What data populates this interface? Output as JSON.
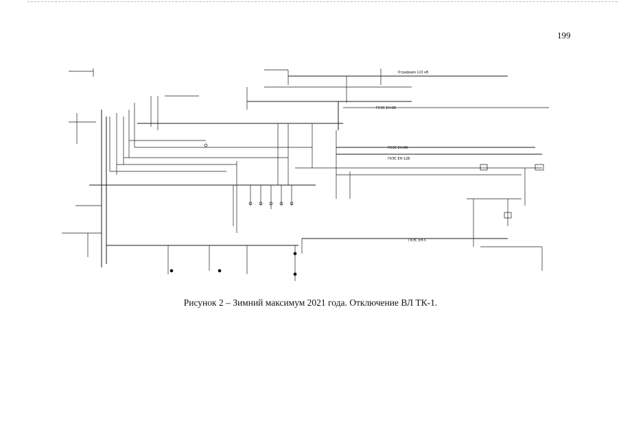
{
  "page_number": "199",
  "caption": "Рисунок 2 – Зимний максимум 2021 года. Отключение ВЛ ТК-1.",
  "diagram_labels": [
    "ГКЭС ЕН-8В",
    "ГКЭС ЕН-8Б",
    "ГКЭС ЕН-12В",
    "ГКЭС ЕН-5",
    "Ктрафарм 110 кВ"
  ]
}
